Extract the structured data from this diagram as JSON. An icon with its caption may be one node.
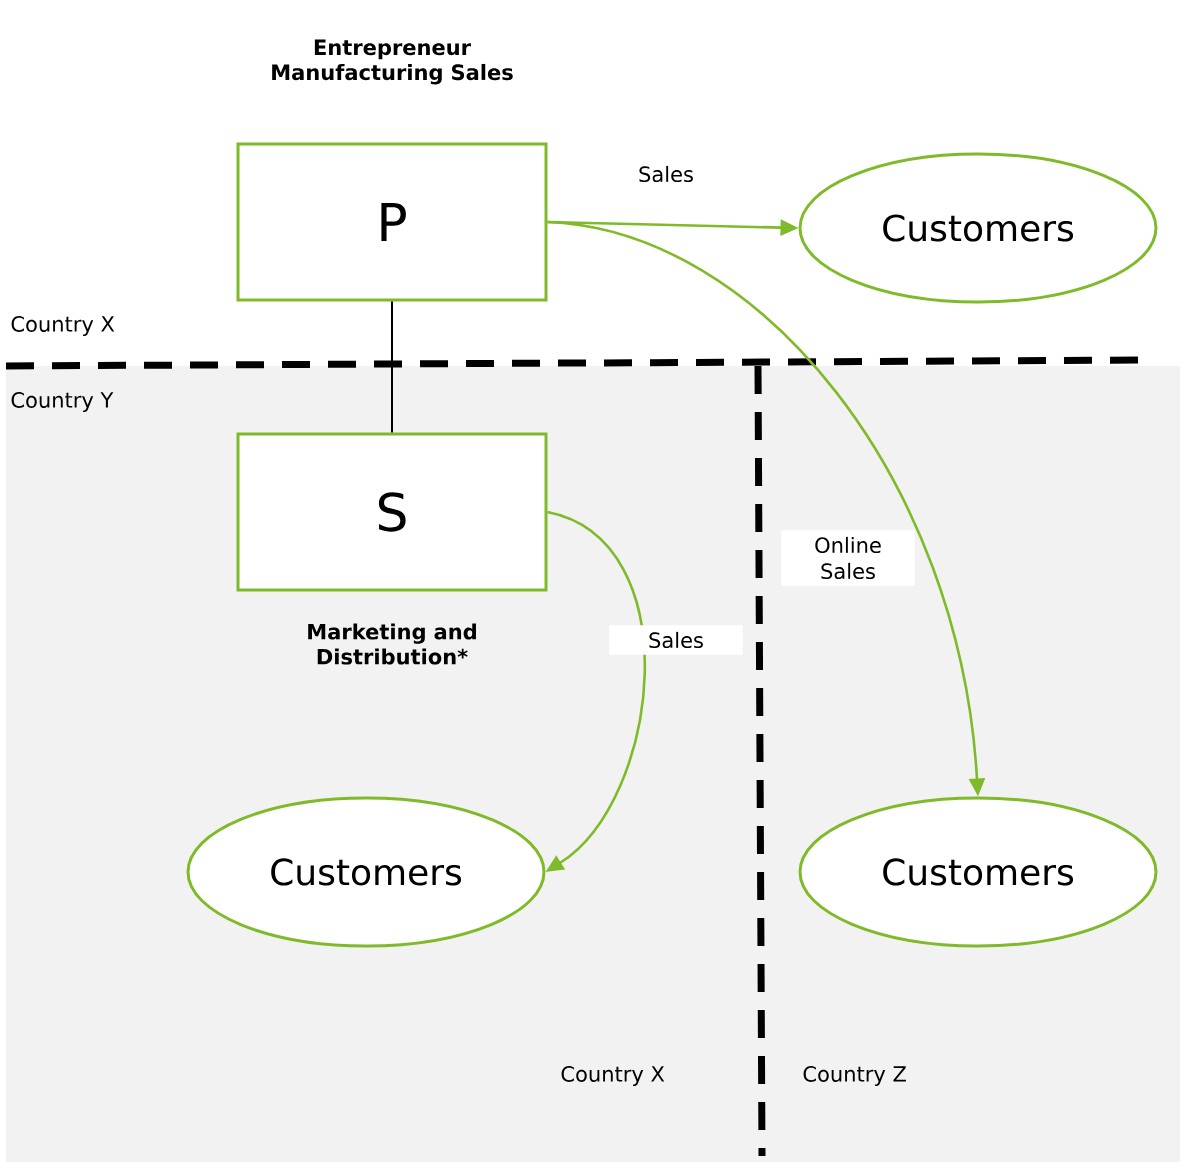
{
  "diagram": {
    "nodes": [
      {
        "text": [
          "Entrepreneur Manufacturing Sales",
          "P"
        ]
      },
      {
        "text": [
          "Customers"
        ]
      },
      {
        "text": [
          "S",
          "Marketing and Distribution*"
        ]
      },
      {
        "text": [
          "Customers"
        ]
      },
      {
        "text": [
          "Customers"
        ]
      }
    ],
    "edges": [
      {
        "from": 0,
        "to": 1,
        "arrow": "to",
        "label": "Sales"
      },
      {
        "from": 0,
        "to": 2,
        "arrow": "none",
        "color": "#000000"
      },
      {
        "from": 0,
        "to": 4,
        "arrow": "to",
        "label": "Online Sales"
      },
      {
        "from": 2,
        "to": 3,
        "arrow": "to",
        "label": "Sales"
      }
    ],
    "labels": [
      "Country X",
      "Country Y",
      "Country X",
      "Country Z"
    ]
  }
}
